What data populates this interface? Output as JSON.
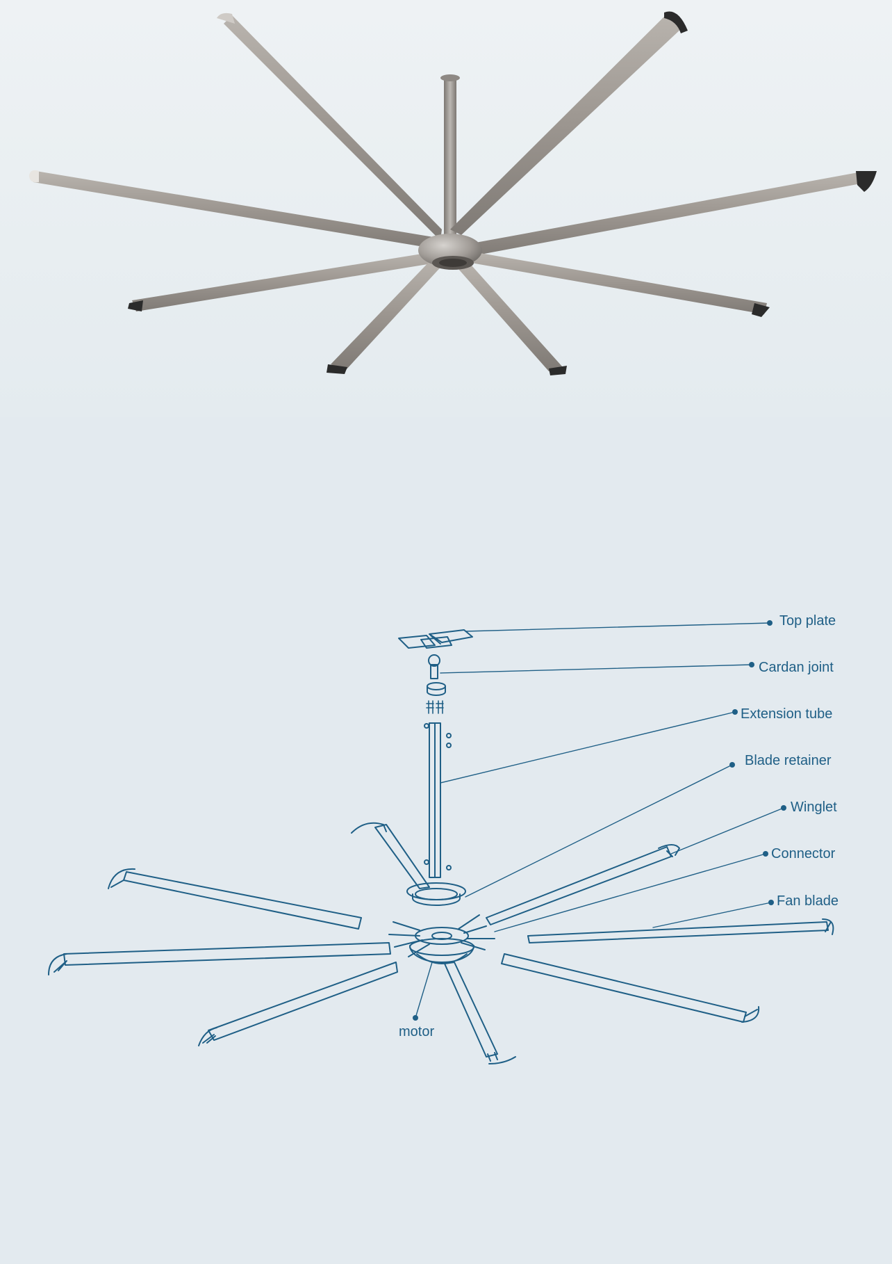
{
  "colors": {
    "background": "#e3eaef",
    "line_art": "#1f5f86",
    "blade_metal": "#9c9690",
    "blade_tip": "#2a2a2a"
  },
  "diagram": {
    "callouts": [
      {
        "id": "top-plate",
        "label": "Top plate"
      },
      {
        "id": "cardan-joint",
        "label": "Cardan joint"
      },
      {
        "id": "extension-tube",
        "label": "Extension tube"
      },
      {
        "id": "blade-retainer",
        "label": "Blade retainer"
      },
      {
        "id": "winglet",
        "label": "Winglet"
      },
      {
        "id": "connector",
        "label": "Connector"
      },
      {
        "id": "fan-blade",
        "label": "Fan blade"
      },
      {
        "id": "motor",
        "label": "motor"
      }
    ]
  }
}
